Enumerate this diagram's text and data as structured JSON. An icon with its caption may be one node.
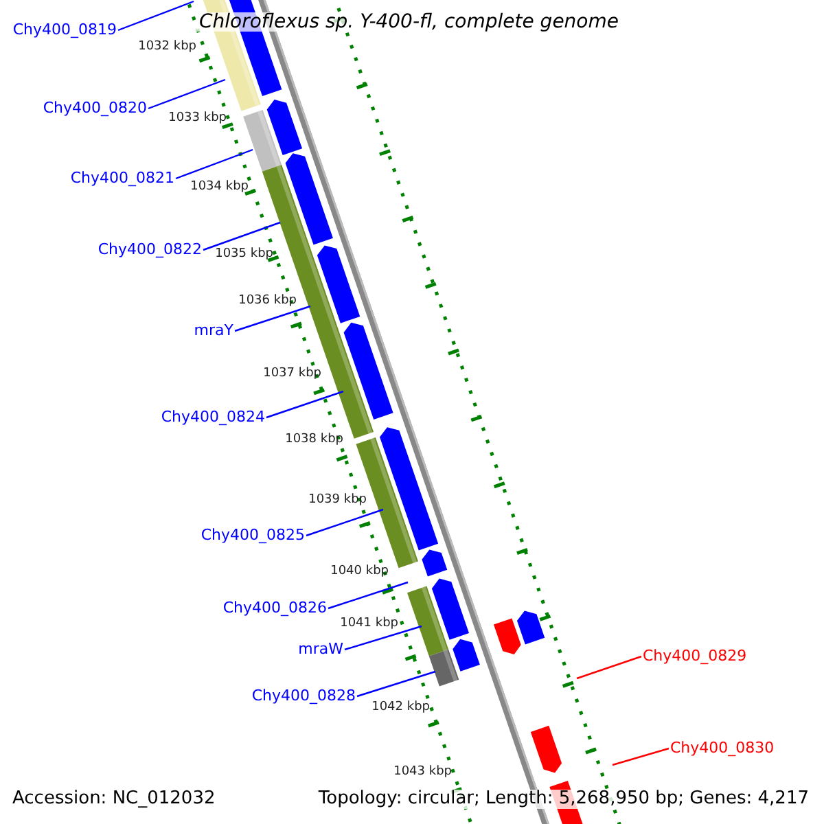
{
  "diagram": {
    "title": "Chloroflexus sp. Y-400-fl, complete genome",
    "nodes": [
      {
        "text": [
          "Chy400_0819"
        ]
      },
      {
        "text": [
          "Chy400_0820"
        ]
      },
      {
        "text": [
          "Chy400_0821"
        ]
      },
      {
        "text": [
          "Chy400_0822"
        ]
      },
      {
        "text": [
          "mraY"
        ]
      },
      {
        "text": [
          "Chy400_0824"
        ]
      },
      {
        "text": [
          "Chy400_0825"
        ]
      },
      {
        "text": [
          "Chy400_0826"
        ]
      },
      {
        "text": [
          "mraW"
        ]
      },
      {
        "text": [
          "Chy400_0828"
        ]
      },
      {
        "text": [
          "Chy400_0829"
        ]
      },
      {
        "text": [
          "Chy400_0830"
        ]
      }
    ],
    "edges": [
      {
        "from": 0,
        "to": null,
        "arrow": "none"
      },
      {
        "from": 1,
        "to": null,
        "arrow": "none"
      },
      {
        "from": 2,
        "to": null,
        "arrow": "none"
      },
      {
        "from": 3,
        "to": null,
        "arrow": "none"
      },
      {
        "from": 4,
        "to": null,
        "arrow": "none"
      },
      {
        "from": 5,
        "to": null,
        "arrow": "none"
      },
      {
        "from": 6,
        "to": null,
        "arrow": "none"
      },
      {
        "from": 7,
        "to": null,
        "arrow": "none"
      },
      {
        "from": 8,
        "to": null,
        "arrow": "none"
      },
      {
        "from": 9,
        "to": null,
        "arrow": "none"
      },
      {
        "from": 10,
        "to": null,
        "arrow": "none",
        "color": "#ff0000"
      },
      {
        "from": 11,
        "to": null,
        "arrow": "none",
        "color": "#ff0000"
      }
    ],
    "labels": [
      "1032 kbp",
      "1033 kbp",
      "1034 kbp",
      "1035 kbp",
      "1036 kbp",
      "1037 kbp",
      "1038 kbp",
      "1039 kbp",
      "1040 kbp",
      "1041 kbp",
      "1042 kbp",
      "1043 kbp",
      "Accession: NC_012032",
      "Topology: circular; Length: 5,268,950 bp; Genes: 4,217"
    ]
  }
}
